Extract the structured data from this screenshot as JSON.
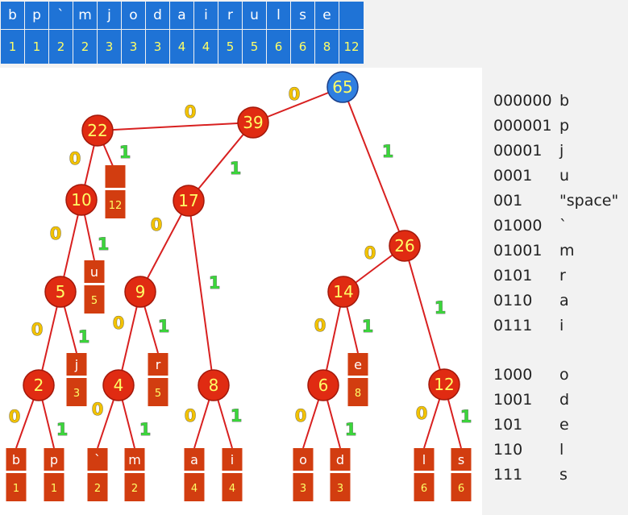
{
  "frequency_table": {
    "symbols": [
      "b",
      "p",
      "`",
      "m",
      "j",
      "o",
      "d",
      "a",
      "i",
      "r",
      "u",
      "l",
      "s",
      "e",
      ""
    ],
    "counts": [
      "1",
      "1",
      "2",
      "2",
      "3",
      "3",
      "3",
      "4",
      "4",
      "5",
      "5",
      "6",
      "6",
      "8",
      "12"
    ]
  },
  "tree": {
    "nodes": [
      {
        "id": "n65",
        "value": "65",
        "root": true
      },
      {
        "id": "n39",
        "value": "39"
      },
      {
        "id": "n26",
        "value": "26"
      },
      {
        "id": "n22",
        "value": "22"
      },
      {
        "id": "n17",
        "value": "17"
      },
      {
        "id": "n14",
        "value": "14"
      },
      {
        "id": "n12",
        "value": "12"
      },
      {
        "id": "n10",
        "value": "10"
      },
      {
        "id": "n9",
        "value": "9"
      },
      {
        "id": "n8",
        "value": "8"
      },
      {
        "id": "n6",
        "value": "6"
      },
      {
        "id": "n5",
        "value": "5"
      },
      {
        "id": "n4",
        "value": "4"
      },
      {
        "id": "n2",
        "value": "2"
      }
    ],
    "leaves": [
      {
        "id": "leaf-space",
        "symbol": "",
        "count": "12"
      },
      {
        "id": "leaf-u",
        "symbol": "u",
        "count": "5"
      },
      {
        "id": "leaf-j",
        "symbol": "j",
        "count": "3"
      },
      {
        "id": "leaf-r",
        "symbol": "r",
        "count": "5"
      },
      {
        "id": "leaf-e",
        "symbol": "e",
        "count": "8"
      },
      {
        "id": "leaf-b",
        "symbol": "b",
        "count": "1"
      },
      {
        "id": "leaf-p",
        "symbol": "p",
        "count": "1"
      },
      {
        "id": "leaf-backtick",
        "symbol": "`",
        "count": "2"
      },
      {
        "id": "leaf-m",
        "symbol": "m",
        "count": "2"
      },
      {
        "id": "leaf-a",
        "symbol": "a",
        "count": "4"
      },
      {
        "id": "leaf-i",
        "symbol": "i",
        "count": "4"
      },
      {
        "id": "leaf-o",
        "symbol": "o",
        "count": "3"
      },
      {
        "id": "leaf-d",
        "symbol": "d",
        "count": "3"
      },
      {
        "id": "leaf-l",
        "symbol": "l",
        "count": "6"
      },
      {
        "id": "leaf-s",
        "symbol": "s",
        "count": "6"
      }
    ],
    "edges": [
      {
        "from": "n65",
        "to": "n39",
        "bit": "0"
      },
      {
        "from": "n65",
        "to": "n26",
        "bit": "1"
      },
      {
        "from": "n39",
        "to": "n22",
        "bit": "0"
      },
      {
        "from": "n39",
        "to": "n17",
        "bit": "1"
      },
      {
        "from": "n22",
        "to": "n10",
        "bit": "0"
      },
      {
        "from": "n22",
        "to": "leaf-space",
        "bit": "1"
      },
      {
        "from": "n10",
        "to": "n5",
        "bit": "0"
      },
      {
        "from": "n10",
        "to": "leaf-u",
        "bit": "1"
      },
      {
        "from": "n5",
        "to": "n2",
        "bit": "0"
      },
      {
        "from": "n5",
        "to": "leaf-j",
        "bit": "1"
      },
      {
        "from": "n2",
        "to": "leaf-b",
        "bit": "0"
      },
      {
        "from": "n2",
        "to": "leaf-p",
        "bit": "1"
      },
      {
        "from": "n17",
        "to": "n9",
        "bit": "0"
      },
      {
        "from": "n17",
        "to": "n8",
        "bit": "1"
      },
      {
        "from": "n9",
        "to": "n4",
        "bit": "0"
      },
      {
        "from": "n9",
        "to": "leaf-r",
        "bit": "1"
      },
      {
        "from": "n4",
        "to": "leaf-backtick",
        "bit": "0"
      },
      {
        "from": "n4",
        "to": "leaf-m",
        "bit": "1"
      },
      {
        "from": "n8",
        "to": "leaf-a",
        "bit": "0"
      },
      {
        "from": "n8",
        "to": "leaf-i",
        "bit": "1"
      },
      {
        "from": "n26",
        "to": "n14",
        "bit": "0"
      },
      {
        "from": "n26",
        "to": "n12",
        "bit": "1"
      },
      {
        "from": "n14",
        "to": "n6",
        "bit": "0"
      },
      {
        "from": "n14",
        "to": "leaf-e",
        "bit": "1"
      },
      {
        "from": "n6",
        "to": "leaf-o",
        "bit": "0"
      },
      {
        "from": "n6",
        "to": "leaf-d",
        "bit": "1"
      },
      {
        "from": "n12",
        "to": "leaf-l",
        "bit": "0"
      },
      {
        "from": "n12",
        "to": "leaf-s",
        "bit": "1"
      }
    ]
  },
  "codes": [
    {
      "code": "000000",
      "symbol": "b"
    },
    {
      "code": "000001",
      "symbol": "p"
    },
    {
      "code": "00001",
      "symbol": "j"
    },
    {
      "code": "0001",
      "symbol": "u"
    },
    {
      "code": "001",
      "symbol": "\"space\""
    },
    {
      "code": "01000",
      "symbol": "`"
    },
    {
      "code": "01001",
      "symbol": "m"
    },
    {
      "code": "0101",
      "symbol": "r"
    },
    {
      "code": "0110",
      "symbol": "a"
    },
    {
      "code": "0111",
      "symbol": "i"
    },
    {
      "code": "1000",
      "symbol": "o"
    },
    {
      "code": "1001",
      "symbol": "d"
    },
    {
      "code": "101",
      "symbol": "e"
    },
    {
      "code": "110",
      "symbol": "l"
    },
    {
      "code": "111",
      "symbol": "s"
    }
  ],
  "colors": {
    "table_bg": "#1f73d6",
    "table_count": "#ffff66",
    "node_fill": "#e02b12",
    "node_text": "#ffff66",
    "root_fill": "#2f7fe0",
    "edge": "#d82020",
    "leaf_fill": "#d23d10",
    "bit0": "#f2c200",
    "bit1": "#3bd63b"
  }
}
